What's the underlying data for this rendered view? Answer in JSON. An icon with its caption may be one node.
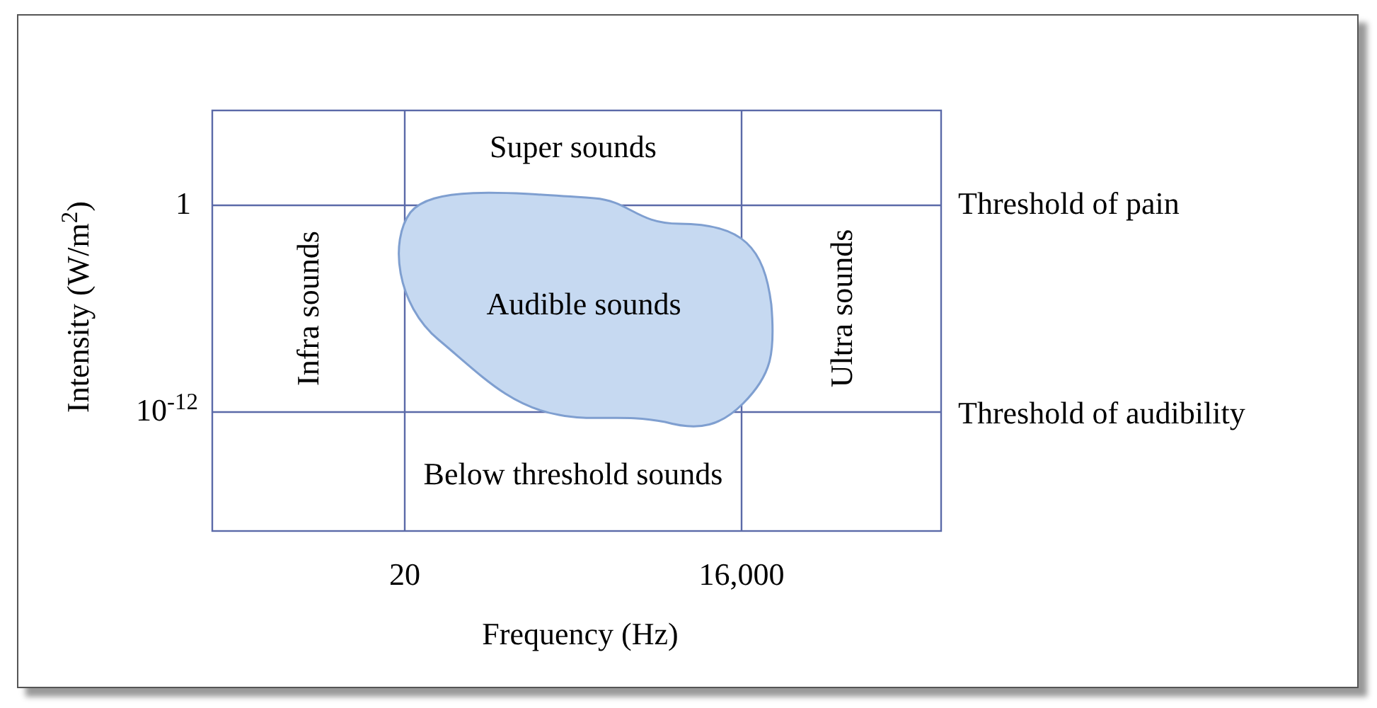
{
  "diagram": {
    "nodes": [
      {
        "text": [
          "Super sounds"
        ]
      },
      {
        "text": [
          "Infra sounds"
        ]
      },
      {
        "text": [
          "Audible sounds"
        ]
      },
      {
        "text": [
          "Ultra sounds"
        ]
      },
      {
        "text": [
          "Below threshold sounds"
        ]
      }
    ],
    "labels": [
      "Intensity (W/m$^{2}$)",
      "1",
      "Threshold of pain",
      "10$^{-12}$",
      "Threshold of audibility",
      "20",
      "16,000",
      "Frequency (Hz)"
    ]
  }
}
